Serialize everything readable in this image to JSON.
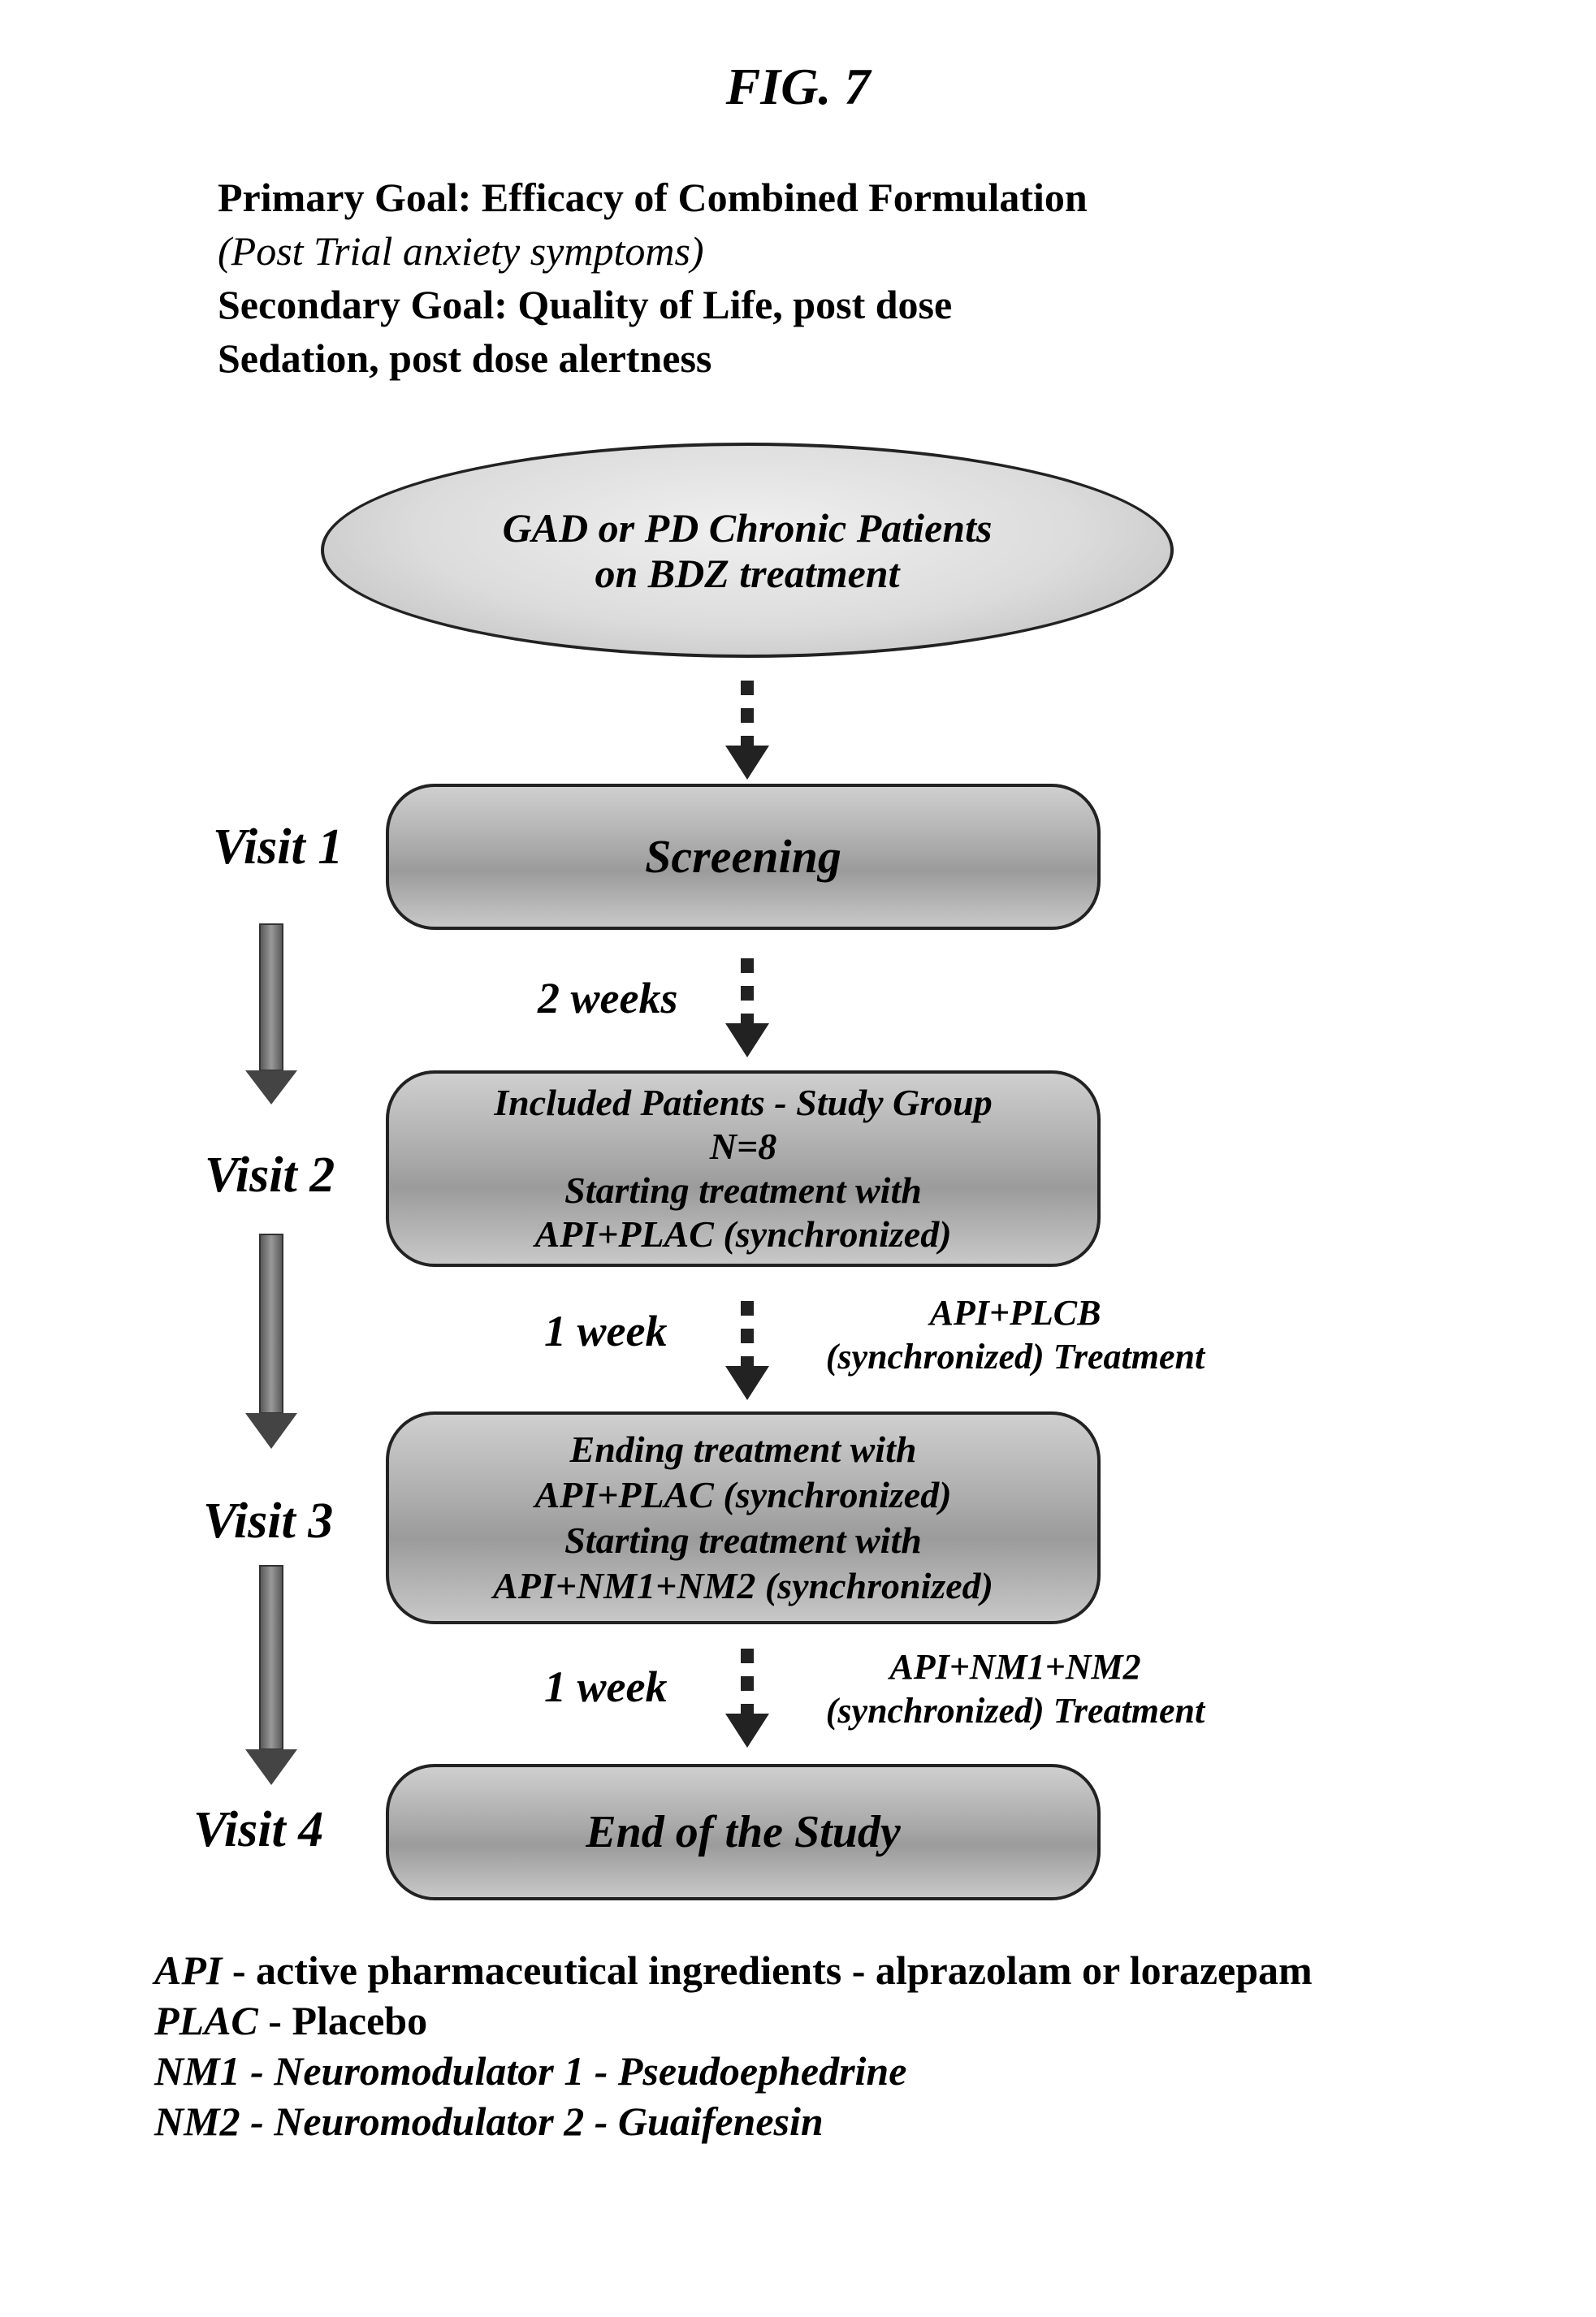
{
  "figure_title": "FIG. 7",
  "goals": {
    "primary": "Primary Goal: Efficacy of Combined Formulation",
    "primary_note": "(Post Trial anxiety symptoms)",
    "secondary_line1": "Secondary Goal: Quality of Life, post dose",
    "secondary_line2": "Sedation, post dose alertness"
  },
  "nodes": {
    "patients": {
      "line1": "GAD or PD Chronic Patients",
      "line2": "on BDZ treatment"
    },
    "screening": {
      "label": "Screening"
    },
    "included": {
      "line1": "Included Patients - Study Group",
      "line2": "N=8",
      "line3": "Starting treatment with",
      "line4": "API+PLAC (synchronized)"
    },
    "ending": {
      "line1": "Ending treatment with",
      "line2": "API+PLAC (synchronized)",
      "line3": "Starting treatment with",
      "line4": "API+NM1+NM2 (synchronized)"
    },
    "end": {
      "label": "End of the Study"
    }
  },
  "visits": [
    "Visit 1",
    "Visit 2",
    "Visit 3",
    "Visit 4"
  ],
  "intervals": {
    "first": "2 weeks",
    "second": "1 week",
    "third": "1 week"
  },
  "treatments": {
    "first": {
      "line1": "API+PLCB",
      "line2": "(synchronized) Treatment"
    },
    "second": {
      "line1": "API+NM1+NM2",
      "line2": "(synchronized) Treatment"
    }
  },
  "legend": [
    {
      "term": "API",
      "definition": " - active pharmaceutical ingredients - alprazolam or lorazepam"
    },
    {
      "term": "PLAC",
      "definition": " - Placebo"
    },
    {
      "term": "NM1",
      "definition": " - Neuromodulator 1 - Pseudoephedrine"
    },
    {
      "term": "NM2",
      "definition": " - Neuromodulator 2 - Guaifenesin"
    }
  ]
}
